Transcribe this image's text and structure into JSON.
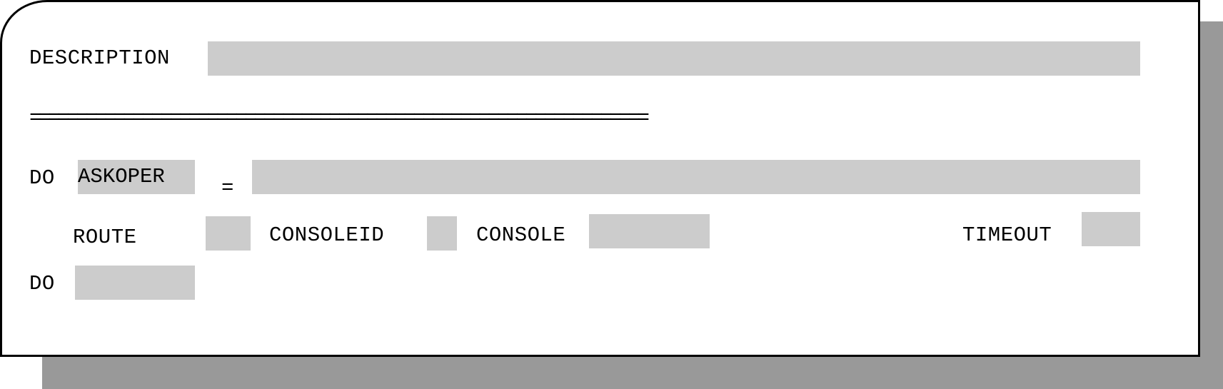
{
  "form": {
    "description_label": "DESCRIPTION",
    "description_value": "",
    "separator": "==================================================================",
    "do_label": "DO",
    "do_action": "ASKOPER",
    "equals_sign": "=",
    "askoper_value": "",
    "route_label": "ROUTE",
    "route_value": "",
    "consoleid_label": "CONSOLEID",
    "consoleid_value": "",
    "console_label": "CONSOLE",
    "console_value": "",
    "timeout_label": "TIMEOUT",
    "timeout_value": "",
    "do2_label": "DO",
    "do2_value": ""
  },
  "colors": {
    "field_background": "#cccccc",
    "shadow": "#999999",
    "border": "#000000",
    "panel_background": "#ffffff"
  }
}
